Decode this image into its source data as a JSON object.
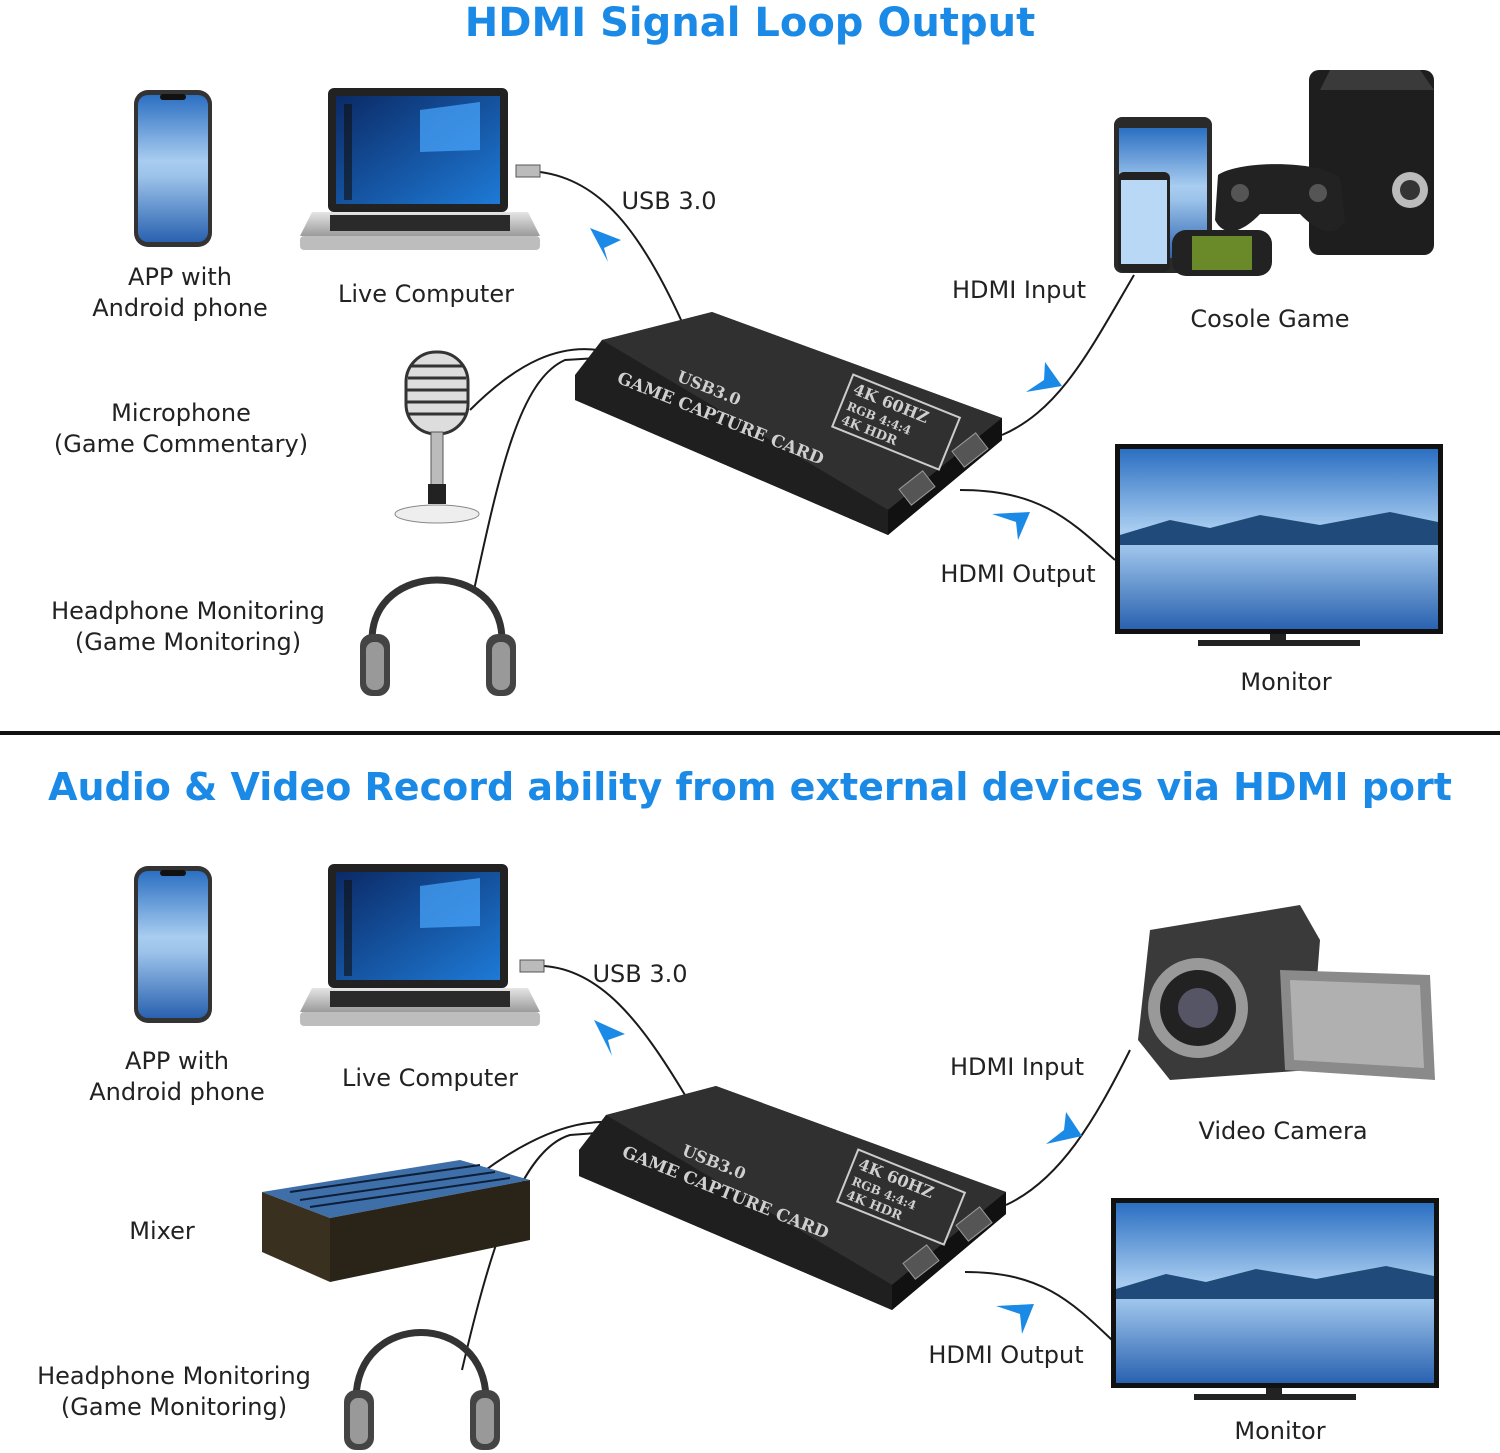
{
  "colors": {
    "title": "#1a8ae6",
    "arrow": "#1a8ae6",
    "card": "#2b2b2b",
    "cable": "#1a1a1a"
  },
  "sections": [
    {
      "title": "HDMI Signal Loop Output",
      "labels": {
        "phone": [
          "APP with",
          "Android phone"
        ],
        "computer": "Live Computer",
        "usb": "USB 3.0",
        "audio_in": [
          "Microphone",
          "(Game Commentary)"
        ],
        "headphone": [
          "Headphone Monitoring",
          "(Game Monitoring)"
        ],
        "hdmi_input": "HDMI Input",
        "source": "Cosole Game",
        "hdmi_output": "HDMI Output",
        "monitor": "Monitor"
      }
    },
    {
      "title": "Audio & Video Record ability from external devices via HDMI port",
      "labels": {
        "phone": [
          "APP with",
          "Android phone"
        ],
        "computer": "Live Computer",
        "usb": "USB 3.0",
        "audio_in": [
          "Mixer"
        ],
        "headphone": [
          "Headphone Monitoring",
          "(Game Monitoring)"
        ],
        "hdmi_input": "HDMI Input",
        "source": "Video Camera",
        "hdmi_output": "HDMI Output",
        "monitor": "Monitor"
      }
    }
  ],
  "device": {
    "brand_line": "USB3.0",
    "name": "GAME CAPTURE CARD",
    "badge": [
      "4K 60HZ",
      "RGB 4:4:4",
      "4K HDR"
    ]
  },
  "icons": [
    "smartphone-icon",
    "laptop-icon",
    "microphone-icon",
    "headphones-icon",
    "game-console-icon",
    "monitor-icon",
    "mixer-icon",
    "camcorder-icon",
    "capture-card-icon",
    "arrow-icon"
  ]
}
